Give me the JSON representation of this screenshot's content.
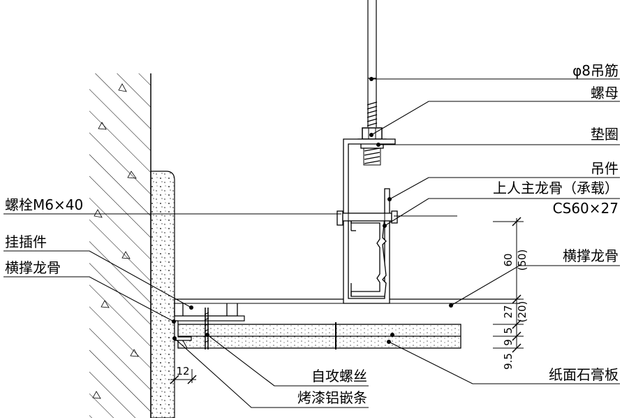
{
  "labels": {
    "rod": "φ8吊筋",
    "nut": "螺母",
    "washer": "垫圈",
    "hanger": "吊件",
    "main_keel": "上人主龙骨（承载）",
    "main_keel_spec": "CS60×27",
    "bolt": "螺栓M6×40",
    "hook_part": "挂插件",
    "cross_keel_left": "横撑龙骨",
    "cross_keel_right": "横撑龙骨",
    "screw": "自攻螺丝",
    "trim_strip": "烤漆铝嵌条",
    "gypsum_board": "纸面石膏板"
  },
  "dimensions": {
    "d60": "60",
    "d50": "(50)",
    "d27": "27",
    "d20": "(20)",
    "d5": "5",
    "d9_5": "9.5",
    "d9": "9",
    "d12": "12"
  }
}
